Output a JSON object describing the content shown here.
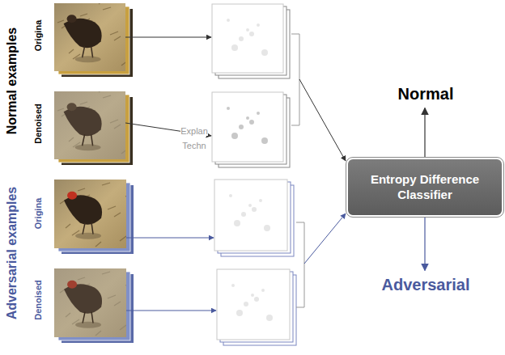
{
  "diagram": {
    "nodes": [
      {
        "text": [
          "Normal"
        ]
      },
      {
        "text": [
          "Entropy Difference Classifier"
        ]
      },
      {
        "text": [
          "Adversarial"
        ]
      }
    ],
    "edges": [
      {
        "from": 1,
        "to": 0,
        "arrow": "to"
      },
      {
        "from": 1,
        "to": 2,
        "arrow": "to"
      }
    ],
    "labels": [
      "Normal examples",
      "Origina",
      "Denoised",
      "Adversarial examples",
      "Origina",
      "Denoised",
      "Explan",
      "Techn"
    ]
  }
}
